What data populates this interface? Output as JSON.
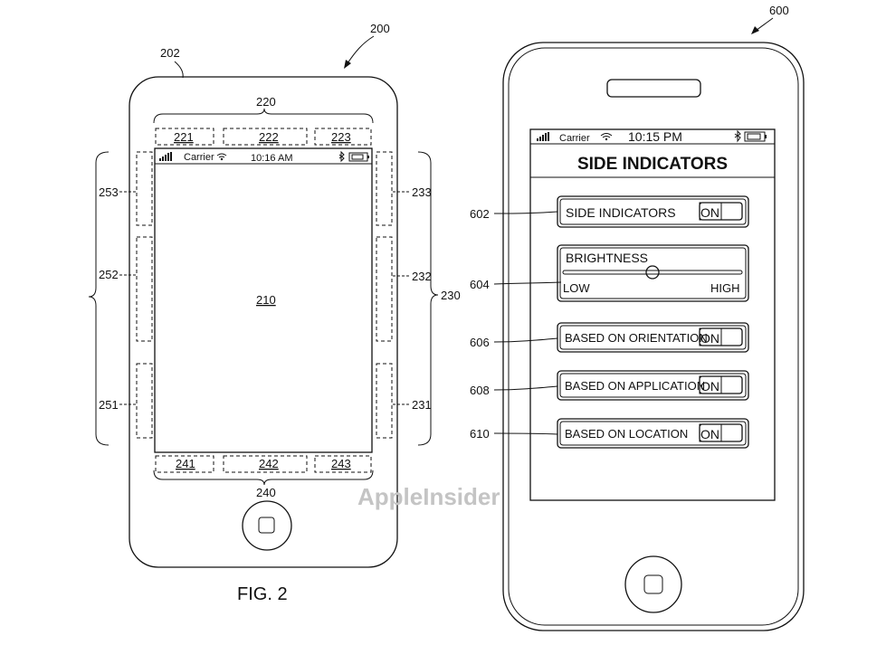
{
  "figure_left": {
    "ref_device": "200",
    "ref_body": "202",
    "ref_screen": "210",
    "ref_top_group": "220",
    "ref_top_items": [
      "221",
      "222",
      "223"
    ],
    "ref_right_group": "230",
    "ref_right_items": [
      "233",
      "232",
      "231"
    ],
    "ref_bottom_group": "240",
    "ref_bottom_items": [
      "241",
      "242",
      "243"
    ],
    "ref_left_items": [
      "253",
      "252",
      "251"
    ],
    "status_carrier": "Carrier",
    "status_time": "10:16 AM",
    "caption": "FIG. 2"
  },
  "figure_right": {
    "ref_device": "600",
    "status_carrier": "Carrier",
    "status_time": "10:15 PM",
    "screen_title": "SIDE INDICATORS",
    "settings": [
      {
        "ref": "602",
        "label": "SIDE INDICATORS",
        "toggle": "ON"
      },
      {
        "ref": "606",
        "label": "BASED ON ORIENTATION",
        "toggle": "ON"
      },
      {
        "ref": "608",
        "label": "BASED ON APPLICATION",
        "toggle": "ON"
      },
      {
        "ref": "610",
        "label": "BASED ON LOCATION",
        "toggle": "ON"
      }
    ],
    "brightness": {
      "ref": "604",
      "label": "BRIGHTNESS",
      "low_label": "LOW",
      "high_label": "HIGH",
      "level": 0.5
    }
  },
  "watermark": "AppleInsider"
}
